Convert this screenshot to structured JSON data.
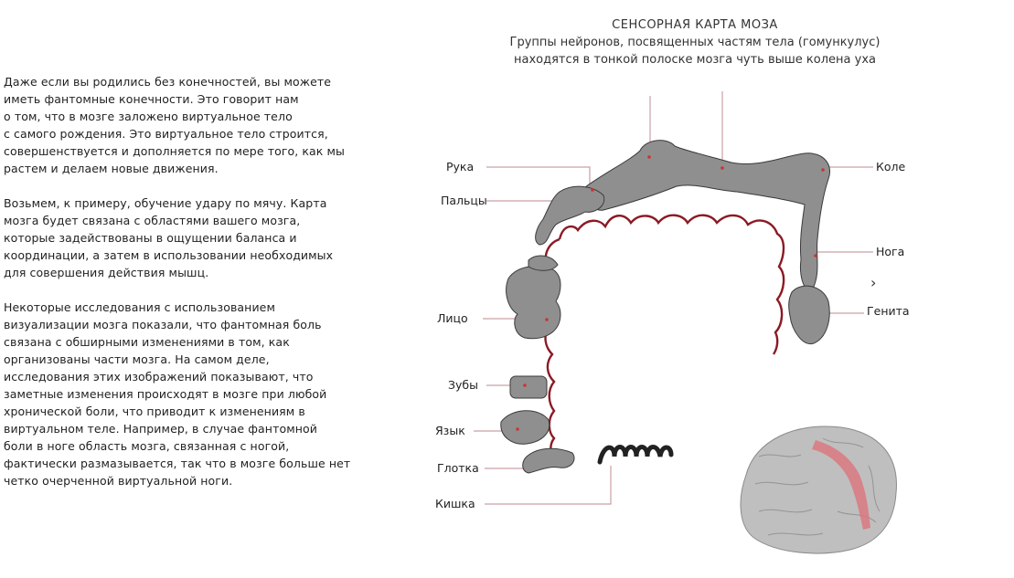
{
  "article": {
    "paragraphs": [
      [
        "Даже если вы родились без конечностей, вы можете",
        "иметь фантомные конечности. Это говорит нам",
        "о том, что в мозге заложено виртуальное тело",
        "с самого рождения. Это виртуальное тело строится,",
        "совершенствуется и дополняется по мере того, как мы",
        "растем и делаем новые движения."
      ],
      [
        "Возьмем, к примеру, обучение удару по мячу. Карта",
        "мозга будет связана с областями вашего мозга,",
        "которые задействованы в ощущении баланса и",
        "координации, а затем в использовании необходимых",
        " для совершения действия мышц."
      ],
      [
        "Некоторые исследования с использованием",
        "визуализации мозга показали, что фантомная боль",
        "связана с обширными изменениями в том, как",
        "организованы части мозга. На самом деле,",
        "исследования этих изображений показывают, что",
        "заметные изменения происходят в мозге при любой",
        "хронической боли, что приводит к изменениям в",
        "виртуальном теле. Например, в случае фантомной",
        "боли в ноге область мозга, связанная с ногой,",
        "фактически размазывается, так что в мозге больше нет",
        "четко очерченной виртуальной ноги."
      ]
    ]
  },
  "diagram": {
    "title": "СЕНСОРНАЯ КАРТА МОЗА",
    "subtitle_line1": "Группы нейронов, посвященных частям тела (гомункулус)",
    "subtitle_line2": "находятся в тонкой полоске мозга чуть выше колена уха",
    "labels": {
      "hand": "Рука",
      "fingers": "Пальцы",
      "face": "Лицо",
      "teeth": "Зубы",
      "tongue": "Язык",
      "pharynx": "Глотка",
      "intestine": "Кишка",
      "knee": "Коле",
      "leg": "Нога",
      "genitals": "Генита"
    },
    "nav_arrow": "›",
    "colors": {
      "cortex_line": "#8b1a24",
      "homunculus": "#8f8f8f",
      "brain_strip": "#d9787f",
      "leader": "#c9a0a4"
    }
  }
}
